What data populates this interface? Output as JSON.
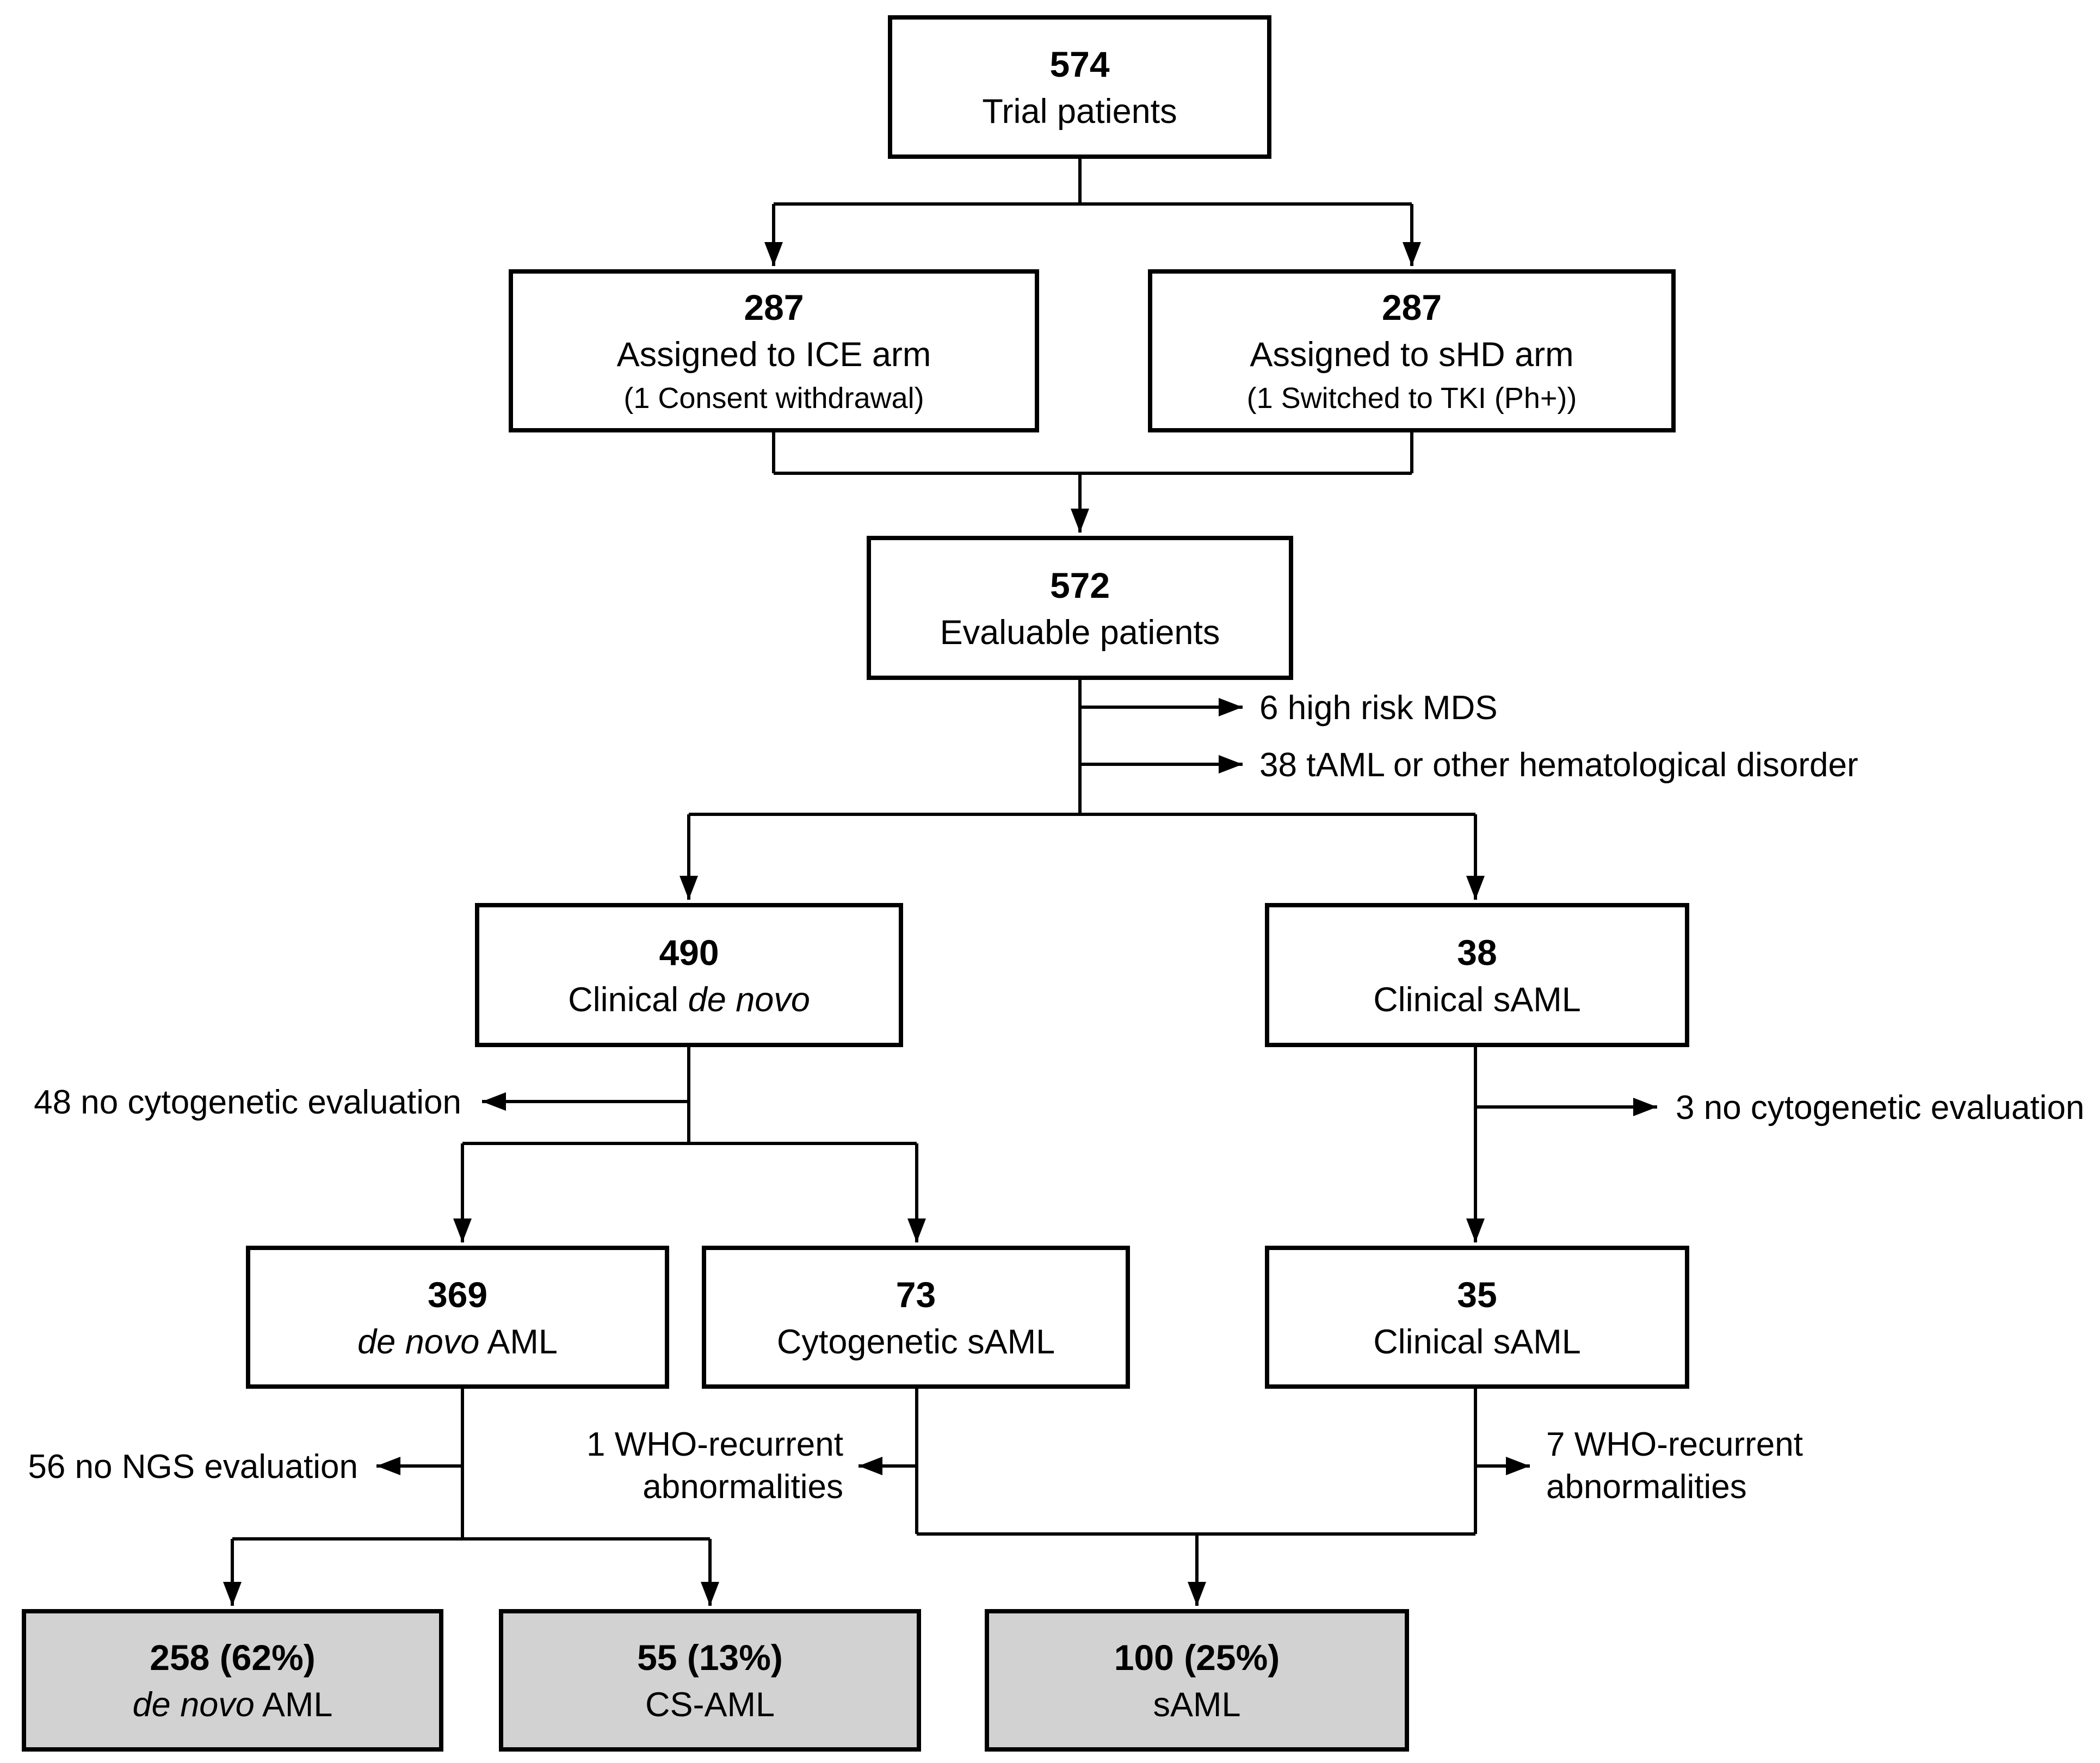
{
  "figure": {
    "line_color": "#000000",
    "box_fill": "#ffffff",
    "highlight_fill": "#d2d2d2",
    "final_box_style": "background:#d2d2d2"
  },
  "boxes": {
    "trial": {
      "value": "574",
      "label": "Trial patients"
    },
    "ice": {
      "value": "287",
      "label": "Assigned to ICE arm",
      "note": "(1 Consent withdrawal)"
    },
    "shd": {
      "value": "287",
      "label": "Assigned to sHD arm",
      "note": "(1 Switched to TKI (Ph+))"
    },
    "evaluable": {
      "value": "572",
      "label": "Evaluable patients"
    },
    "de_novo_490": {
      "value": "490",
      "label_prefix": "Clinical ",
      "label_italic": "de novo",
      "label_suffix": ""
    },
    "saml_38": {
      "value": "38",
      "label": "Clinical sAML"
    },
    "aml_369": {
      "value": "369",
      "label_prefix": "",
      "label_italic": "de novo",
      "label_suffix": " AML"
    },
    "cyto_73": {
      "value": "73",
      "label": "Cytogenetic sAML"
    },
    "saml_35": {
      "value": "35",
      "label": "Clinical sAML"
    },
    "final_de_novo": {
      "value": "258 (62%)",
      "label_prefix": "",
      "label_italic": "de novo",
      "label_suffix": " AML"
    },
    "final_cs": {
      "value": "55 (13%)",
      "label": "CS-AML"
    },
    "final_saml": {
      "value": "100 (25%)",
      "label": "sAML"
    }
  },
  "exclusions": {
    "mds": {
      "text": "6 high risk MDS"
    },
    "taml": {
      "text": "38 tAML or other hematological disorder"
    },
    "no_cyto_48": {
      "text": "48 no cytogenetic evaluation"
    },
    "no_cyto_3": {
      "text": "3 no cytogenetic evaluation"
    },
    "no_ngs_56": {
      "text": "56 no NGS evaluation"
    },
    "who_1": {
      "line1": "1 WHO-recurrent",
      "line2": "abnormalities"
    },
    "who_7": {
      "line1": "7 WHO-recurrent",
      "line2": "abnormalities"
    }
  }
}
